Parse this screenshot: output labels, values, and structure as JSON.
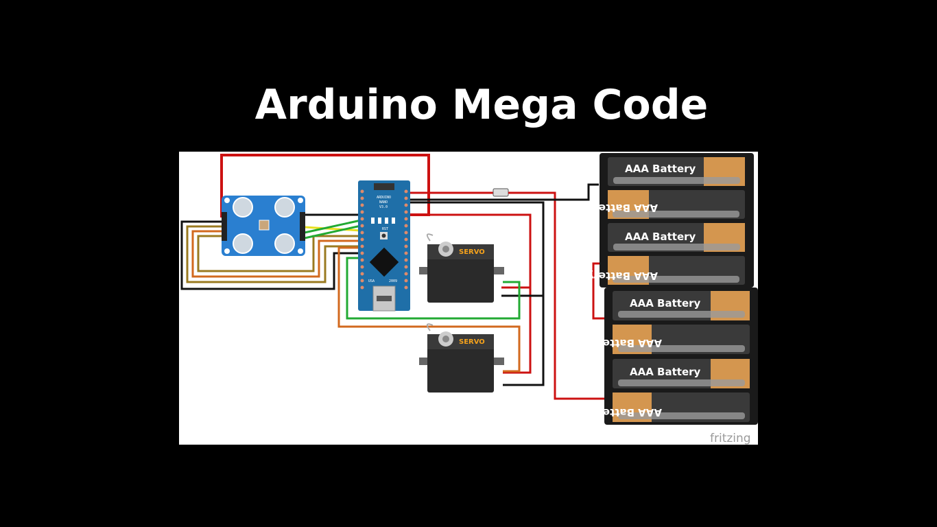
{
  "title": "Arduino Mega Code",
  "diagram": {
    "nano": {
      "brand": "ARDUINO",
      "model": "NANO",
      "version": "V3.0",
      "made_in": "USA",
      "year": "2009",
      "rst": "RST"
    },
    "servo_label": "SERVO",
    "battery_label": "AAA Battery",
    "watermark": "fritzing"
  },
  "colors": {
    "background": "#000000",
    "canvas": "#ffffff",
    "wire_red": "#cc1111",
    "wire_black": "#111111",
    "wire_green": "#22aa33",
    "wire_yellow": "#e8e020",
    "wire_orange": "#d2691e",
    "wire_olive": "#9a7a20",
    "sensor_board": "#2a7fd0",
    "nano_board": "#1f6fa8",
    "servo_body": "#2a2a2a",
    "battery_copper": "#d4964f"
  }
}
